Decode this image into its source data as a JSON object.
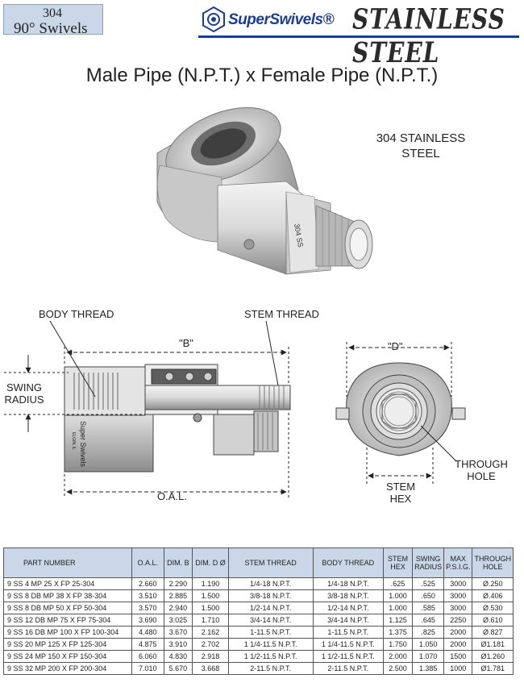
{
  "header": {
    "tab_line1": "304",
    "tab_line2": "90° Swivels",
    "logo_text": "SuperSwivels®",
    "material_banner": "STAINLESS STEEL"
  },
  "title": "Male Pipe (N.P.T.) x Female Pipe (N.P.T.)",
  "material_note": {
    "line1": "304 STAINLESS",
    "line2": "STEEL"
  },
  "product_marks": {
    "stamp": "304 SS",
    "brand": "Super Swivels",
    "address": "ELGIN, IL"
  },
  "drawing": {
    "body_thread": "BODY THREAD",
    "stem_thread": "STEM THREAD",
    "dim_b": "\"B\"",
    "dim_d": "\"D\"",
    "swing_radius_1": "SWING",
    "swing_radius_2": "RADIUS",
    "oal": "O.A.L.",
    "through_hole_1": "THROUGH",
    "through_hole_2": "HOLE",
    "stem_hex_1": "STEM",
    "stem_hex_2": "HEX"
  },
  "table": {
    "headers": [
      "PART NUMBER",
      "O.A.L.",
      "DIM. B",
      "DIM. D  Ø",
      "STEM THREAD",
      "BODY THREAD",
      "STEM HEX",
      "SWING RADIUS",
      "MAX P.S.I.G.",
      "THROUGH HOLE"
    ],
    "rows": [
      [
        "9 SS 4 MP 25 X FP 25-304",
        "2.660",
        "2.290",
        "1.190",
        "1/4-18 N.P.T.",
        "1/4-18 N.P.T.",
        ".625",
        ".525",
        "3000",
        "Ø.250"
      ],
      [
        "9 SS 8 DB MP 38 X FP 38-304",
        "3.510",
        "2.885",
        "1.500",
        "3/8-18 N.P.T.",
        "3/8-18 N.P.T.",
        "1.000",
        ".650",
        "3000",
        "Ø.406"
      ],
      [
        "9 SS 8 DB MP 50 X FP 50-304",
        "3.570",
        "2.940",
        "1.500",
        "1/2-14 N.P.T.",
        "1/2-14 N.P.T.",
        "1.000",
        ".585",
        "3000",
        "Ø.530"
      ],
      [
        "9 SS 12 DB MP 75 X FP 75-304",
        "3.690",
        "3.025",
        "1.710",
        "3/4-14 N.P.T.",
        "3/4-14 N.P.T.",
        "1.125",
        ".645",
        "2250",
        "Ø.610"
      ],
      [
        "9 SS 16 DB MP 100 X FP 100-304",
        "4.480",
        "3.670",
        "2.162",
        "1-11.5 N.P.T.",
        "1-11.5 N.P.T.",
        "1.375",
        ".825",
        "2000",
        "Ø.827"
      ],
      [
        "9 SS 20 MP 125 X FP 125-304",
        "4.875",
        "3.910",
        "2.702",
        "1 1/4-11.5 N.P.T.",
        "1 1/4-11.5 N.P.T.",
        "1.750",
        "1.050",
        "2000",
        "Ø1.181"
      ],
      [
        "9 SS 24 MP 150 X FP 150-304",
        "6.060",
        "4.830",
        "2.918",
        "1 1/2-11.5 N.P.T.",
        "1 1/2-11.5 N.P.T.",
        "2.000",
        "1.070",
        "1500",
        "Ø1.260"
      ],
      [
        "9 SS 32 MP 200 X FP 200-304",
        "7.010",
        "5.670",
        "3.668",
        "2-11.5 N.P.T.",
        "2-11.5 N.P.T.",
        "2.500",
        "1.385",
        "1000",
        "Ø1.781"
      ]
    ]
  }
}
